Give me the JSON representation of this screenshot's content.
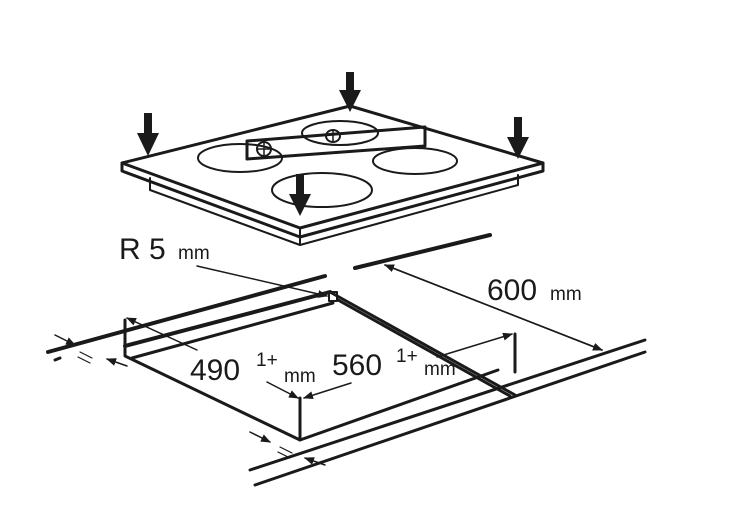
{
  "labels": {
    "radius_value": "R 5",
    "radius_unit": "mm",
    "depth_total_value": "600",
    "depth_total_unit": "mm",
    "cutout_depth_value": "490",
    "cutout_depth_tolerance": "1+",
    "cutout_depth_unit": "mm",
    "cutout_width_value": "560",
    "cutout_width_tolerance": "1+",
    "cutout_width_unit": "mm"
  },
  "colors": {
    "line": "#1a1a1a",
    "background": "#ffffff"
  }
}
